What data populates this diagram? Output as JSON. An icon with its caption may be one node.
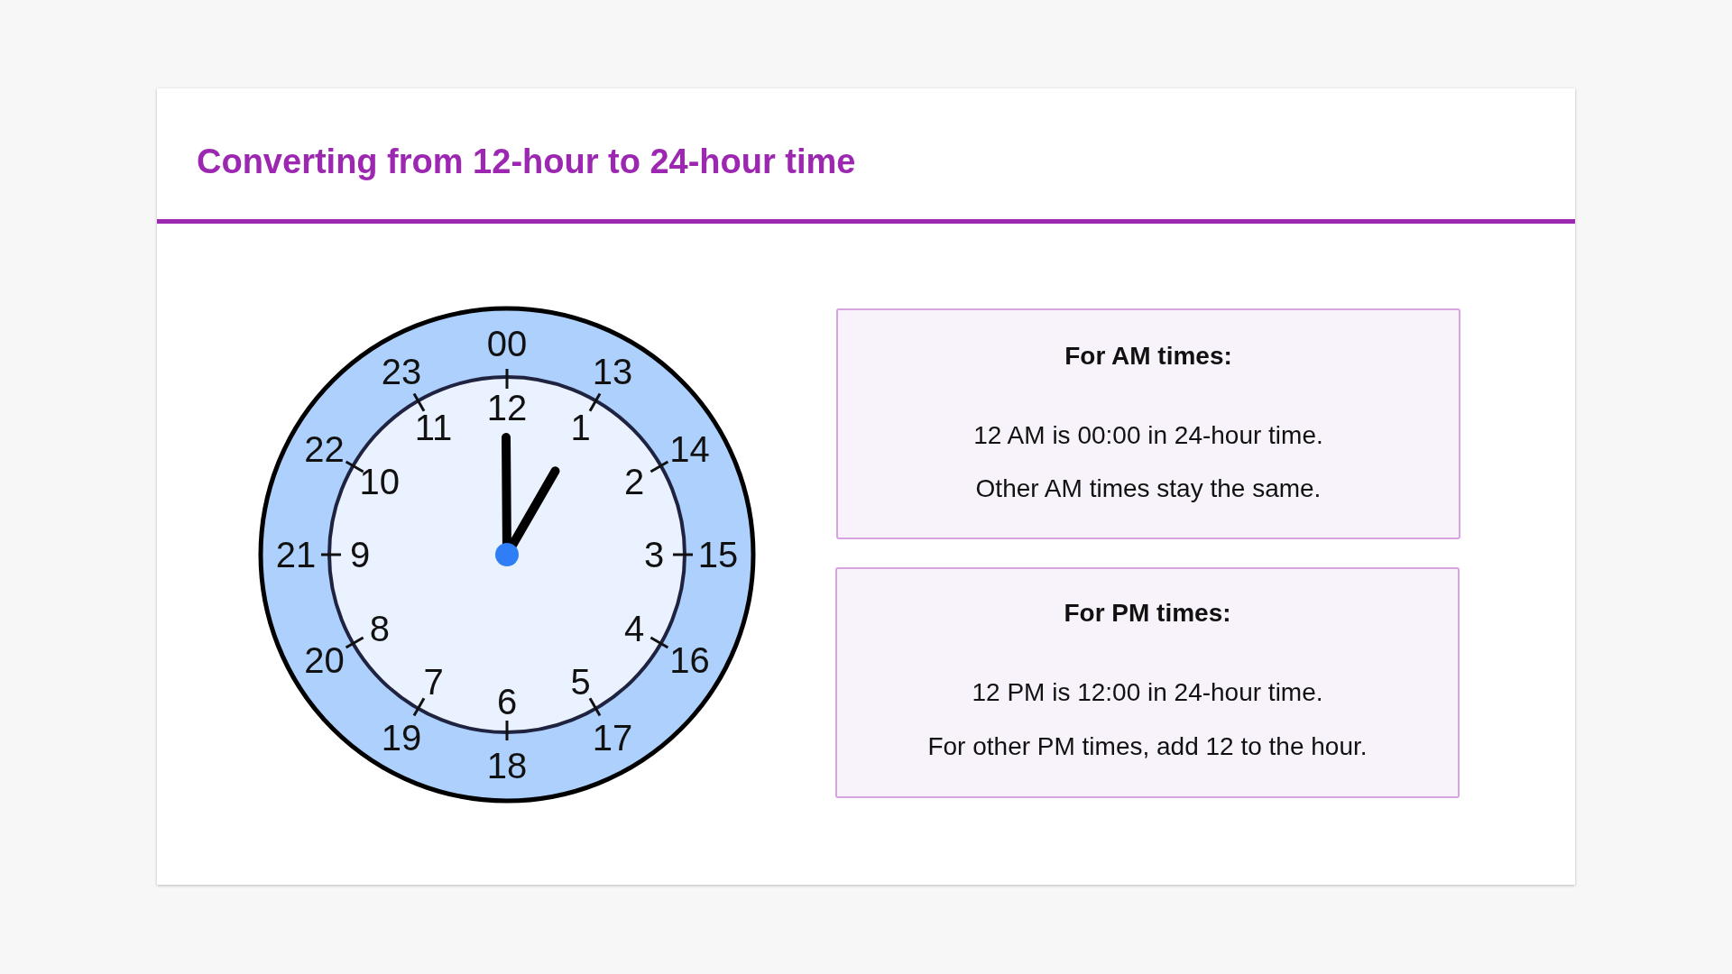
{
  "diagram": {
    "title": "Converting from 12-hour to 24-hour time",
    "nodes": [
      {
        "text": [
          "For AM times:",
          "12 AM is 00:00 in 24-hour time.",
          "Other AM times stay the same."
        ]
      },
      {
        "text": [
          "For PM times:",
          "12 PM is 12:00 in 24-hour time.",
          "For other PM times, add 12 to the hour."
        ]
      }
    ],
    "labels": [
      "00",
      "12",
      "13",
      "1",
      "14",
      "2",
      "15",
      "3",
      "16",
      "4",
      "17",
      "5",
      "18",
      "6",
      "19",
      "7",
      "20",
      "8",
      "21",
      "9",
      "22",
      "10",
      "23",
      "11"
    ]
  }
}
